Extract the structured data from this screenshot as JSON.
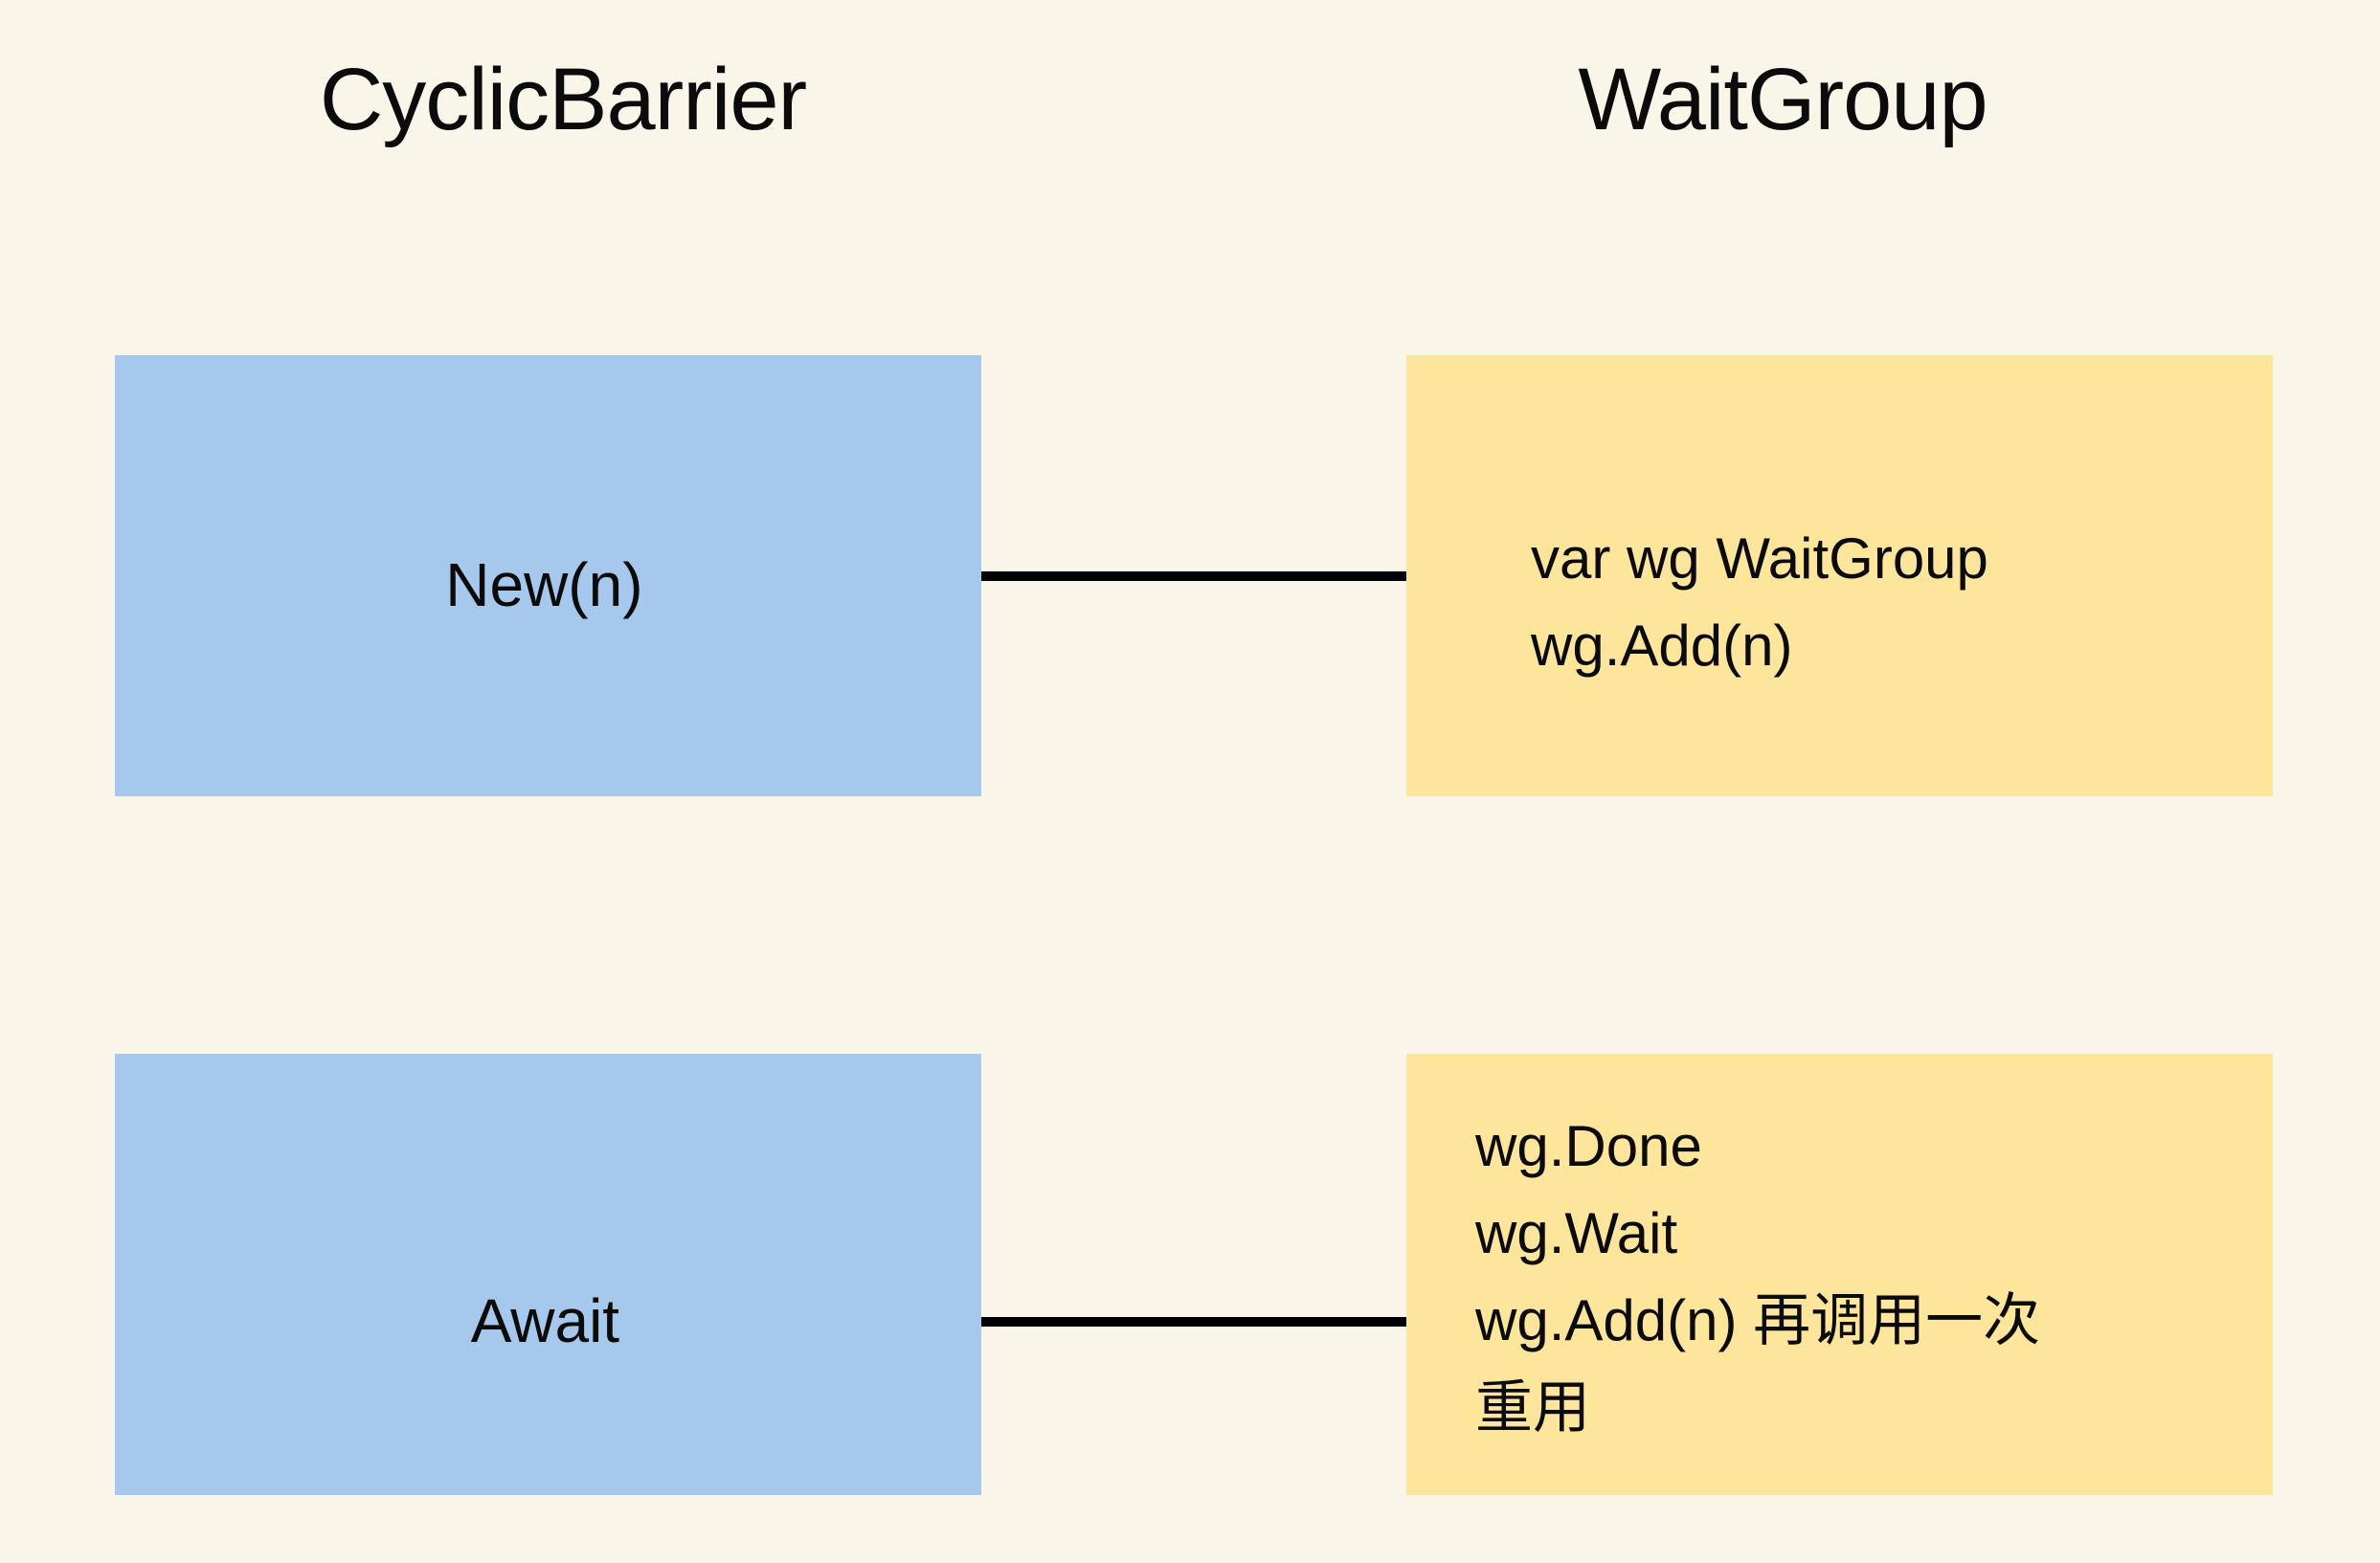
{
  "diagram": {
    "left_column_title": "CyclicBarrier",
    "right_column_title": "WaitGroup"
  },
  "colors": {
    "background": "#F9F6E9",
    "left_node_fill": "#A5C8EC",
    "right_node_fill": "#FDE59C",
    "connector": "#000000",
    "text": "#0B0B0B"
  },
  "rows": [
    {
      "left_label": "New(n)",
      "right_lines": [
        "var wg WaitGroup",
        "wg.Add(n)"
      ]
    },
    {
      "left_label": "Await",
      "right_lines": [
        "wg.Done",
        "wg.Wait",
        "wg.Add(n) 再调用一次",
        "重用"
      ]
    }
  ]
}
